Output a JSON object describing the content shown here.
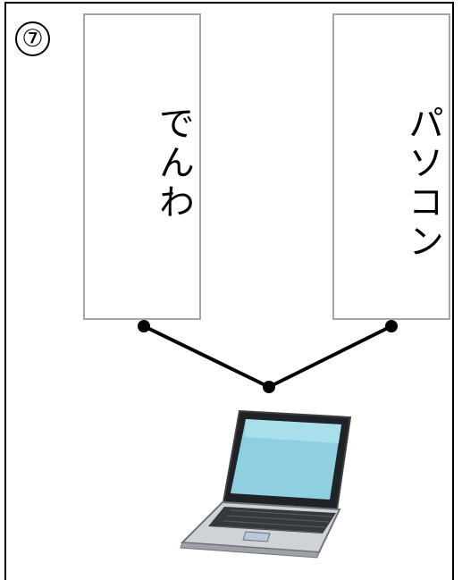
{
  "item": {
    "number": "⑦"
  },
  "cards": {
    "left_word": "でんわ",
    "right_word": "パソコン"
  },
  "picture": {
    "icon": "laptop-icon"
  }
}
